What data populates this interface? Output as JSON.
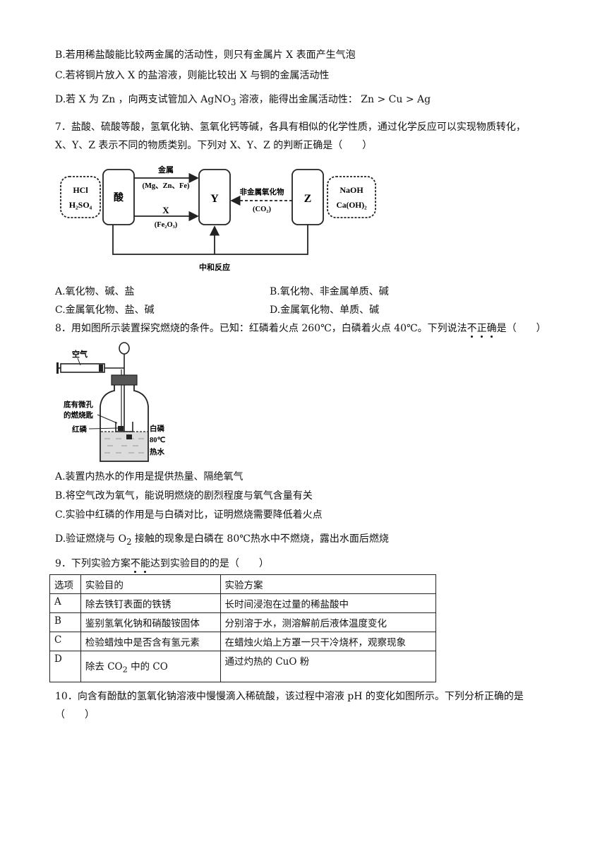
{
  "q6_options": {
    "B": "B.若用稀盐酸能比较两金属的活动性，则只有金属片 X 表面产生气泡",
    "C": "C.若将铜片放入 X 的盐溶液，则能比较出 X 与铜的金属活动性",
    "D_pre": "D.若 X 为 Zn ，向两支试管加入 AgNO",
    "D_sub": "3",
    "D_post": " 溶液，能得出金属活动性： Zn > Cu > Ag"
  },
  "q7": {
    "stem_line1": "7．盐酸、硫酸等酸，氢氧化钠、氢氧化钙等碱，各具有相似的化学性质，通过化学反应可以实现物质转化，",
    "stem_line2": " X、Y、Z 表示不同的物质类别。下列对 X、Y、Z 的判断正确是（　　）",
    "diagram": {
      "acids": [
        "HCl",
        "H₂SO₄"
      ],
      "acid_box": "酸",
      "metal_label": "金属",
      "metal_examples": "(Mg、Zn、Fe)",
      "x_label": "X",
      "x_example": "(Fe₂O₃)",
      "y_box": "Y",
      "nonmetal_label": "非金属氧化物",
      "nonmetal_example": "(CO₂)",
      "z_box": "Z",
      "bases": [
        "NaOH",
        "Ca(OH)₂"
      ],
      "neutralization": "中和反应"
    },
    "options": {
      "A": "A.氧化物、碱、盐",
      "B": "B.氧化物、非金属单质、碱",
      "C": "C.金属氧化物、盐、碱",
      "D": "D.金属氧化物、单质、碱"
    }
  },
  "q8": {
    "stem_pre": "8．用如图所示装置探究燃烧的条件。已知：红磷着火点 260℃，白磷着火点 40℃。下列说法",
    "stem_em1": "不",
    "stem_em2": "正",
    "stem_em3": "确",
    "stem_post": "是（　　）",
    "figure_labels": {
      "air": "空气",
      "spoon_line1": "底有微孔",
      "spoon_line2": "的燃烧匙",
      "red_p": "红磷",
      "white_p": "白磷",
      "temp": "80℃",
      "hot_water": "热水"
    },
    "options": {
      "A": "A.装置内热水的作用是提供热量、隔绝氧气",
      "B": "B.将空气改为氧气，能说明燃烧的剧烈程度与氧气含量有关",
      "C": "C.实验中红磷的作用是与白磷对比，证明燃烧需要降低着火点",
      "D_pre": "D.验证燃烧与 O",
      "D_sub": "2",
      "D_post": " 接触的现象是白磷在 80℃热水中不燃烧，露出水面后燃烧"
    }
  },
  "q9": {
    "stem_pre": "9．下列实验方案",
    "stem_em1": "不",
    "stem_em2": "能",
    "stem_post": "达到实验目的的是（　　）",
    "headers": [
      "选项",
      "实验目的",
      "实验方案"
    ],
    "rows": [
      [
        "A",
        "除去铁钉表面的铁锈",
        "长时间浸泡在过量的稀盐酸中"
      ],
      [
        "B",
        "鉴别氢氧化钠和硝酸铵固体",
        "分别溶于水，测溶解前后液体温度变化"
      ],
      [
        "C",
        "检验蜡烛中是否含有氢元素",
        "在蜡烛火焰上方罩一只干冷烧杯，观察现象"
      ]
    ],
    "row_d": {
      "label": "D",
      "aim_pre": "除去 CO",
      "aim_sub": "2",
      "aim_post": " 中的 CO",
      "plan": "通过灼热的 CuO 粉"
    }
  },
  "q10": {
    "line1": "10．向含有酚酞的氢氧化钠溶液中慢慢滴入稀硫酸，该过程中溶液 pH 的变化如图所示。下列分析正确的是",
    "line2": "（　　）"
  }
}
